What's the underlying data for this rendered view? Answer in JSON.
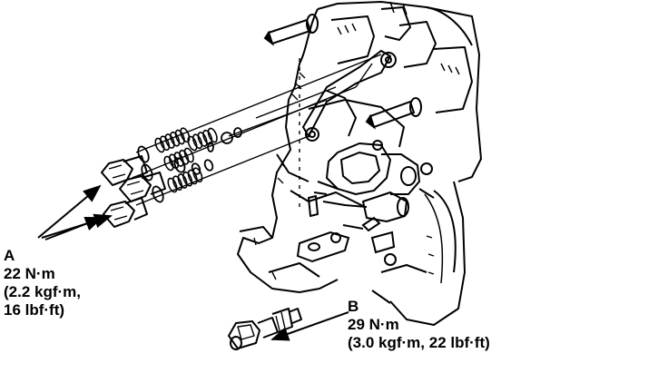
{
  "callouts": {
    "a": {
      "letter": "A",
      "torque_nm": "22 N·m",
      "torque_kgf": "(2.2 kgf·m,",
      "torque_lbf": "16 lbf·ft)"
    },
    "b": {
      "letter": "B",
      "torque_nm": "29 N·m",
      "torque_imperial": "(3.0 kgf·m, 22 lbf·ft)"
    }
  },
  "colors": {
    "ink": "#000000",
    "paper": "#ffffff"
  }
}
